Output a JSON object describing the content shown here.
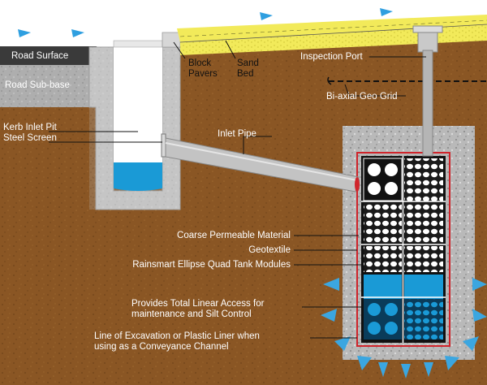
{
  "labels": {
    "road_surface": "Road Surface",
    "road_subbase": "Road Sub-base",
    "block_pavers_1": "Block",
    "block_pavers_2": "Pavers",
    "sand_bed_1": "Sand",
    "sand_bed_2": "Bed",
    "inspection_port": "Inspection Port",
    "geo_grid": "Bi-axial Geo Grid",
    "kerb_inlet_pit": "Kerb Inlet Pit",
    "steel_screen": "Steel Screen",
    "inlet_pipe": "Inlet Pipe",
    "coarse_material": "Coarse Permeable Material",
    "geotextile": "Geotextile",
    "tank_modules": "Rainsmart Ellipse Quad Tank Modules",
    "access_1": "Provides Total Linear Access for",
    "access_2": "maintenance and Silt Control",
    "excavation_1": "Line of Excavation or Plastic Liner when",
    "excavation_2": "using as a Conveyance Channel"
  },
  "colors": {
    "soil": "#8a5624",
    "road": "#3a3a3a",
    "subbase": "#9a9a9a",
    "sand": "#f2ea5a",
    "concrete": "#c8c8c8",
    "water": "#1a9ad6",
    "arrow": "#3ba6e0",
    "geotextile": "#d0242b"
  },
  "icons": {
    "flow_arrows": "flow-arrow-icon",
    "drain_arrows": "drain-arrow-icon"
  }
}
